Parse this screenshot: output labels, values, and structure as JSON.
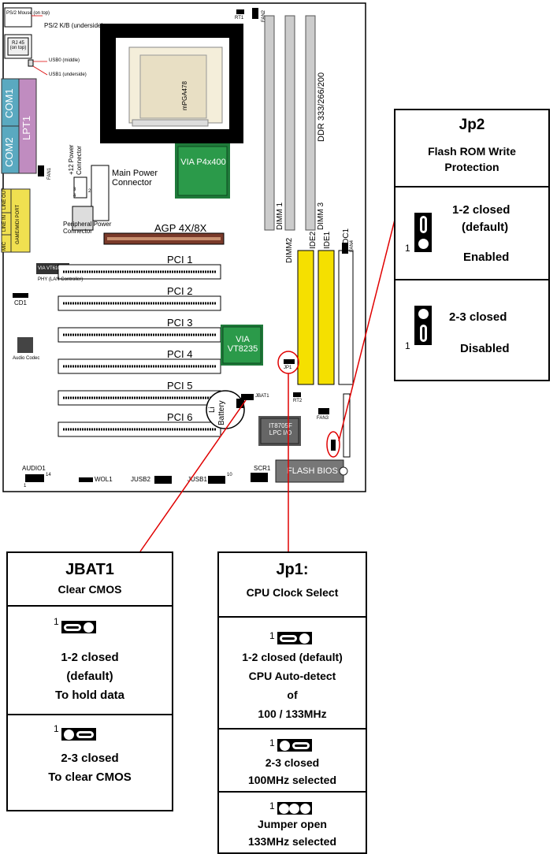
{
  "board": {
    "ps2_mouse": "PS/2 Mouse (on top)",
    "ps2_kb": "PS/2 K/B (underside)",
    "rj45": "RJ 45 (on top)",
    "usb0": "USB0 (middle)",
    "usb1": "USB1 (underside)",
    "com1": "COM1",
    "com2": "COM2",
    "lpt1": "LPT1",
    "fan1": "FAN1",
    "fan2": "FAN2",
    "fan3": "FAN3",
    "fan4": "FAN4",
    "rt1": "RT1",
    "rt2": "RT2",
    "line_out": "LINE OUT",
    "line_in": "LINE IN",
    "mic": "MIC",
    "game_midi": "GAME/MIDI PORT",
    "power12": "+12 Power Connector",
    "main_power": "Main Power Connector",
    "peripheral_power": "Peripheral Power Connector",
    "cpu_socket": "mPGA478",
    "north_bridge": "VIA P4x400",
    "south_bridge": "VIA VT8235",
    "agp": "AGP 4X/8X",
    "lan_chip": "VIA VT6103",
    "phy": "PHY (LAN Controller)",
    "cd1": "CD1",
    "audio_codec": "Audio Codec",
    "ddr": "DDR 333/266/200",
    "dimm1": "DIMM 1",
    "dimm2": "DIMM2",
    "dimm3": "DIMM 3",
    "ide1": "IDE1",
    "ide2": "IDE2",
    "fdc1": "FDC1",
    "pci": [
      "PCI 1",
      "PCI 2",
      "PCI 3",
      "PCI 4",
      "PCI 5",
      "PCI 6"
    ],
    "battery": "Battery",
    "li": "Li",
    "jbat1": "JBAT1",
    "jp1": "JP1",
    "io_chip": "IT8705F LPC I/O",
    "flash_bios": "FLASH BIOS",
    "audio1": "AUDIO1",
    "wol1": "WOL1",
    "jusb2": "JUSB2",
    "jusb1": "JUSB1",
    "scr1": "SCR1",
    "pin1": "1",
    "pin10": "10",
    "pin14": "14",
    "pin2": "2",
    "pin3": "3",
    "pin4": "4"
  },
  "jp2_box": {
    "title": "Jp2",
    "subtitle": "Flash ROM Write Protection",
    "opt1_line1": "1-2 closed",
    "opt1_line2": "(default)",
    "opt1_line3": "Enabled",
    "opt2_line1": "2-3 closed",
    "opt2_line2": "Disabled",
    "pin1": "1"
  },
  "jbat1_box": {
    "title": "JBAT1",
    "subtitle": "Clear CMOS",
    "opt1_line1": "1-2 closed",
    "opt1_line2": "(default)",
    "opt1_line3": "To hold data",
    "opt2_line1": "2-3 closed",
    "opt2_line2": "To clear CMOS",
    "pin1": "1"
  },
  "jp1_box": {
    "title": "Jp1:",
    "subtitle": "CPU Clock Select",
    "opt1_line1": "1-2 closed (default)",
    "opt1_line2": "CPU Auto-detect",
    "opt1_line3": "of",
    "opt1_line4": "100 / 133MHz",
    "opt2_line1": "2-3 closed",
    "opt2_line2": "100MHz selected",
    "opt3_line1": "Jumper open",
    "opt3_line2": "133MHz selected",
    "pin1": "1"
  },
  "colors": {
    "board_outline": "#000000",
    "com_blue": "#5aa9c0",
    "lpt_purple": "#c08cc0",
    "audio_yellow": "#f0e050",
    "chip_green": "#1f7a3a",
    "ide_yellow": "#f5e000",
    "agp_brown": "#7a3a2a",
    "callout_red": "#e00000"
  }
}
